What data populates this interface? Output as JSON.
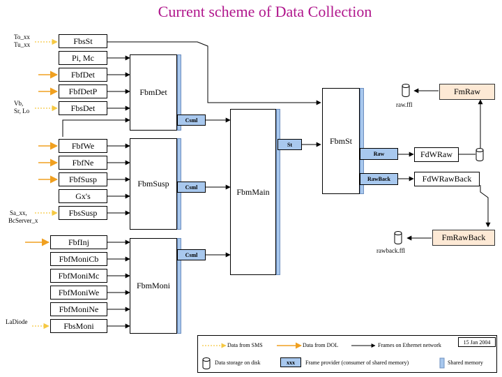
{
  "title": "Current scheme of Data Collection",
  "inputs_det": [
    "FbsSt",
    "Pi, Mc",
    "FbfDet",
    "FbfDetP",
    "FbsDet"
  ],
  "inputs_susp": [
    "FbfWe",
    "FbfNe",
    "FbfSusp",
    "Gx's",
    "FbsSusp"
  ],
  "inputs_moni": [
    "FbfInj",
    "FbfMoniCb",
    "FbfMoniMc",
    "FbfMoniWe",
    "FbfMoniNe",
    "FbsMoni"
  ],
  "modules": {
    "det": "FbmDet",
    "susp": "FbmSusp",
    "moni": "FbmMoni",
    "main": "FbmMain",
    "st": "FbmSt"
  },
  "providers": {
    "csm1": "Csml",
    "csm2": "Csml",
    "csm3": "Csml",
    "st": "St",
    "raw": "Raw",
    "rawback": "RawBack"
  },
  "writers": {
    "fdwraw": "FdWRaw",
    "fdwrawback": "FdWRawBack"
  },
  "fm": {
    "fmraw": "FmRaw",
    "fmrawback": "FmRawBack"
  },
  "storage": {
    "raw": "raw.ffl",
    "rawback": "rawback.ffl"
  },
  "source_labels": {
    "to_tu": [
      "To_xx",
      "Tu_xx"
    ],
    "vb_sr_lo": [
      "Vb,",
      "Sr, Lo"
    ],
    "sa_bc": [
      "Sa_xx,",
      "BcServer_x"
    ],
    "ladiode": "LaDiode"
  },
  "legend": {
    "date": "15 Jan 2004",
    "sms": "Data from SMS",
    "dol": "Data from DOL",
    "ethernet": "Frames on Ethernet network",
    "disk": "Data storage on disk",
    "xxx": "xxx",
    "provider": "Frame provider (consumer of shared memory)",
    "shared": "Shared memory"
  },
  "colors": {
    "title": "#b0168c",
    "sms_arrow": "#f5c842",
    "dol_arrow": "#f0a020",
    "shared_memory": "#a8c8ee",
    "fm_box": "#fde9d5"
  }
}
